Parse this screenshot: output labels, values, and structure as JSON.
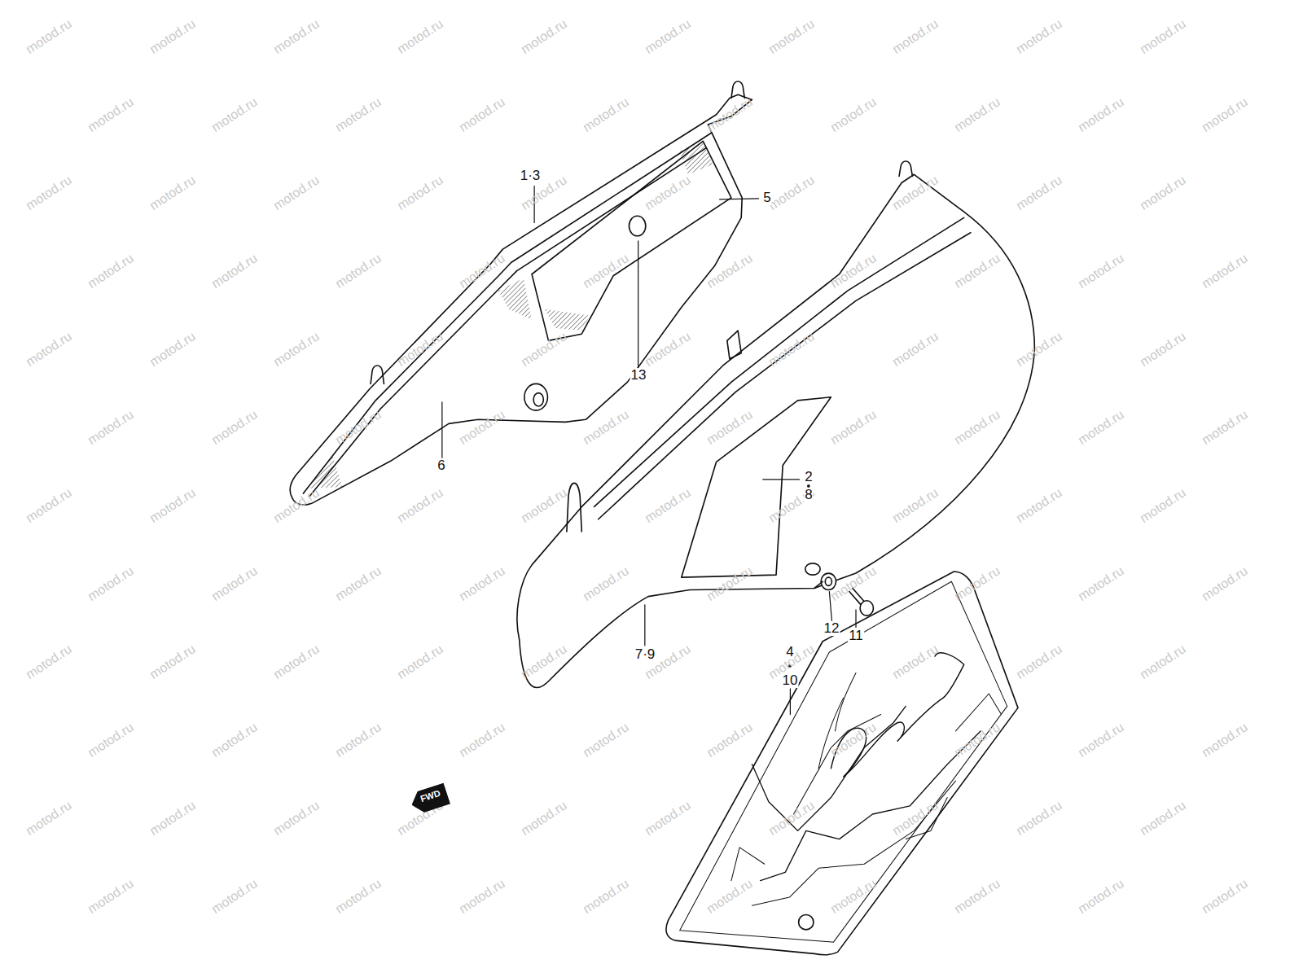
{
  "diagram": {
    "nodes": [
      {
        "text": [
          "FWD"
        ]
      }
    ],
    "labels": [
      "1·3",
      "5",
      "13",
      "6",
      "2",
      "8",
      "7·9",
      "12",
      "11",
      "4",
      "10",
      "motod.ru",
      "motod.ru",
      "motod.ru",
      "motod.ru",
      "motod.ru",
      "motod.ru",
      "motod.ru",
      "motod.ru",
      "motod.ru",
      "motod.ru",
      "motod.ru",
      "motod.ru",
      "motod.ru",
      "motod.ru",
      "motod.ru",
      "motod.ru",
      "motod.ru",
      "motod.ru",
      "motod.ru",
      "motod.ru",
      "motod.ru",
      "motod.ru",
      "motod.ru",
      "motod.ru",
      "motod.ru",
      "motod.ru",
      "motod.ru",
      "motod.ru",
      "motod.ru",
      "motod.ru",
      "motod.ru",
      "motod.ru",
      "motod.ru",
      "motod.ru",
      "motod.ru",
      "motod.ru",
      "motod.ru",
      "motod.ru",
      "motod.ru",
      "motod.ru",
      "motod.ru",
      "motod.ru",
      "motod.ru",
      "motod.ru",
      "motod.ru",
      "motod.ru",
      "motod.ru",
      "motod.ru",
      "motod.ru",
      "motod.ru",
      "motod.ru",
      "motod.ru",
      "motod.ru",
      "motod.ru",
      "motod.ru",
      "motod.ru",
      "motod.ru",
      "motod.ru",
      "motod.ru",
      "motod.ru",
      "motod.ru",
      "motod.ru",
      "motod.ru",
      "motod.ru",
      "motod.ru",
      "motod.ru",
      "motod.ru",
      "motod.ru",
      "motod.ru",
      "motod.ru",
      "motod.ru",
      "motod.ru",
      "motod.ru",
      "motod.ru",
      "motod.ru",
      "motod.ru",
      "motod.ru",
      "motod.ru",
      "motod.ru",
      "motod.ru",
      "motod.ru",
      "motod.ru",
      "motod.ru",
      "motod.ru",
      "motod.ru",
      "motod.ru",
      "motod.ru",
      "motod.ru",
      "motod.ru",
      "motod.ru",
      "motod.ru",
      "motod.ru",
      "motod.ru",
      "motod.ru",
      "motod.ru",
      "motod.ru",
      "motod.ru",
      "motod.ru",
      "motod.ru",
      "motod.ru",
      "motod.ru",
      "motod.ru",
      "motod.ru",
      "motod.ru",
      "motod.ru",
      "motod.ru",
      "motod.ru",
      "motod.ru",
      "motod.ru",
      "motod.ru",
      "motod.ru",
      "motod.ru",
      "motod.ru",
      "motod.ru",
      "motod.ru",
      "motod.ru",
      "motod.ru",
      "motod.ru",
      "motod.ru",
      "motod.ru"
    ]
  }
}
